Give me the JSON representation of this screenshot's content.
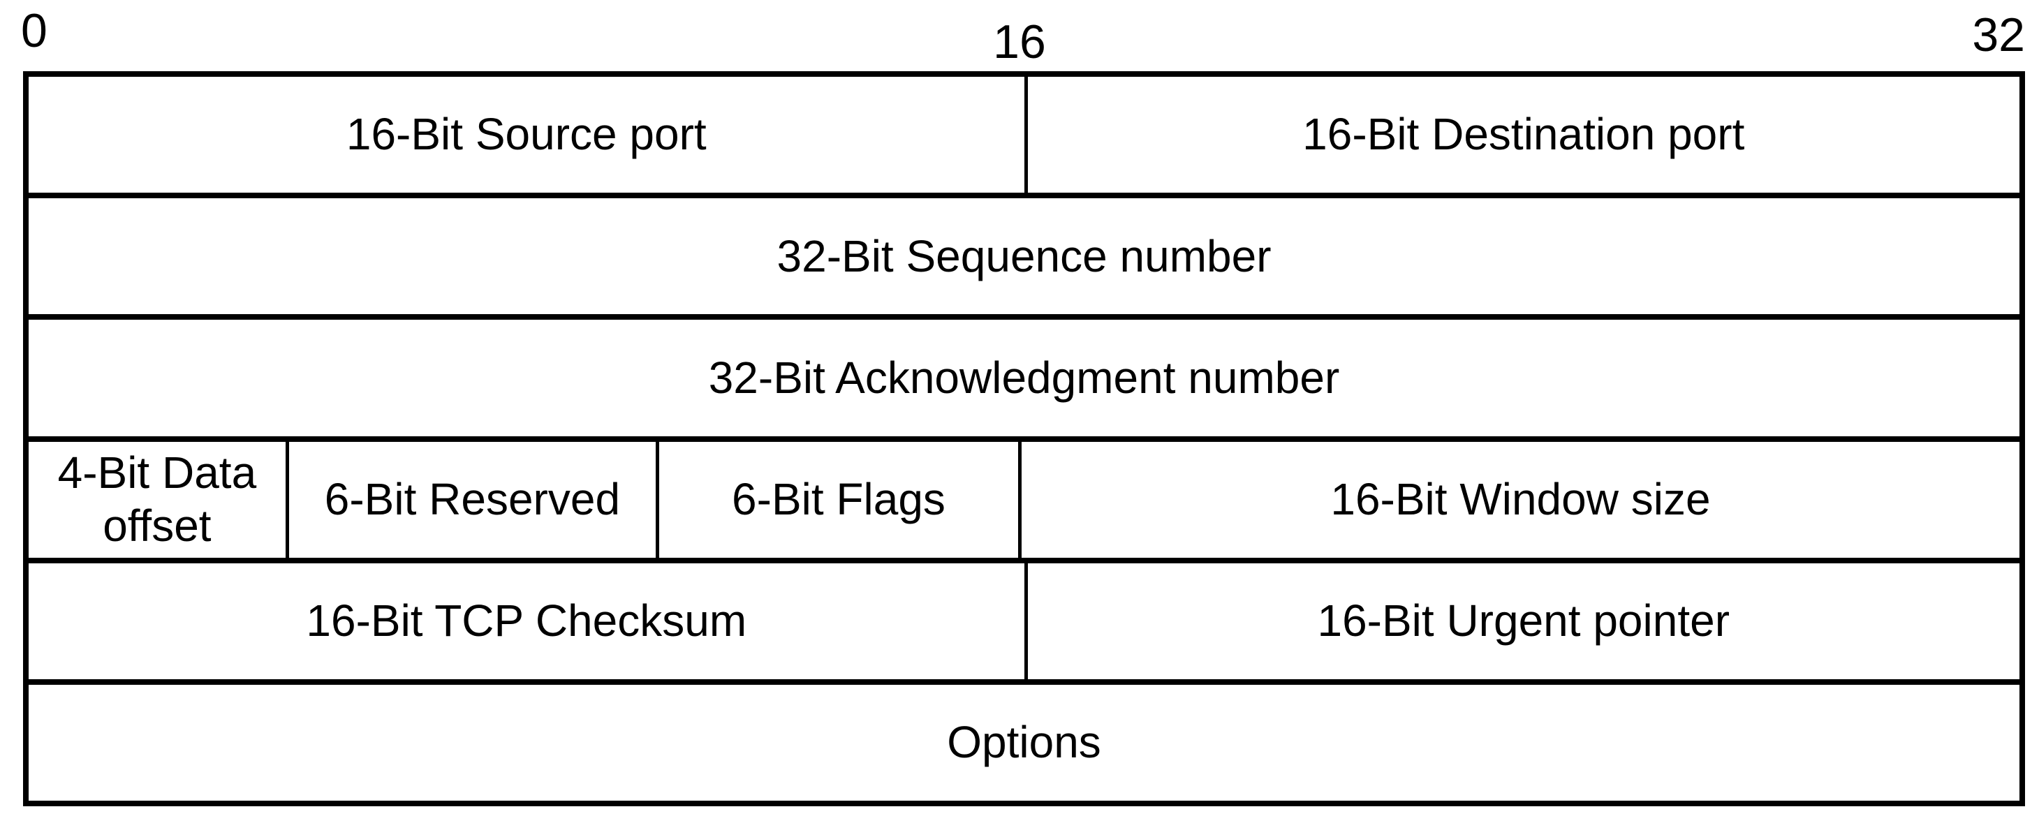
{
  "colors": {
    "background": "#ffffff",
    "line": "#000000",
    "text": "#000000"
  },
  "bit_scale": {
    "start": "0",
    "middle": "16",
    "end": "32"
  },
  "header": {
    "rows": [
      {
        "cells": [
          {
            "label": "16-Bit Source port"
          },
          {
            "label": "16-Bit Destination port"
          }
        ]
      },
      {
        "cells": [
          {
            "label": "32-Bit Sequence number"
          }
        ]
      },
      {
        "cells": [
          {
            "label": "32-Bit Acknowledgment number"
          }
        ]
      },
      {
        "cells": [
          {
            "label": "4-Bit Data offset"
          },
          {
            "label": "6-Bit Reserved"
          },
          {
            "label": "6-Bit Flags"
          },
          {
            "label": "16-Bit Window size"
          }
        ]
      },
      {
        "cells": [
          {
            "label": "16-Bit TCP Checksum"
          },
          {
            "label": "16-Bit Urgent pointer"
          }
        ]
      },
      {
        "cells": [
          {
            "label": "Options"
          }
        ]
      }
    ]
  }
}
